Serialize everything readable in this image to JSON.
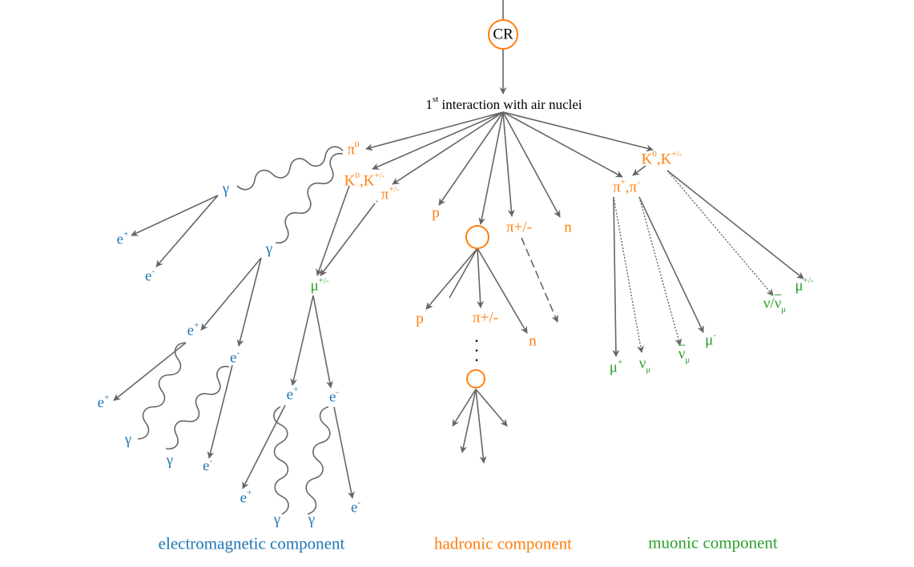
{
  "root": {
    "label": "CR"
  },
  "first_interaction": {
    "sup": "st",
    "number": "1",
    "text": " interaction with air nuclei"
  },
  "particles": {
    "pi0": {
      "base": "π",
      "sup": "0"
    },
    "kaons_left": {
      "k1": "K",
      "k1_sup": "0",
      "sep": ",",
      "k2": "K",
      "k2_sup": "+/-"
    },
    "pi_pm_left": {
      "base": "π",
      "sup": "+/-"
    },
    "kaons_right": {
      "k1": "K",
      "k1_sup": "0",
      "sep": ",",
      "k2": "K",
      "k2_sup": "+/-"
    },
    "pions_right": {
      "p1": "π",
      "p1_sup": "+",
      "sep": ",",
      "p2": "π",
      "p2_sup": "-"
    },
    "gamma": "γ",
    "e_plus": {
      "base": "e",
      "sup": "+"
    },
    "e_minus": {
      "base": "e",
      "sup": "-"
    },
    "mu_pm": {
      "base": "μ",
      "sup": "+/-"
    },
    "mu_plus": {
      "base": "μ",
      "sup": "+"
    },
    "mu_minus": {
      "base": "μ",
      "sup": "-"
    },
    "nu_mu": {
      "base": "ν",
      "sub": "μ"
    },
    "nubar_mu": {
      "base": "ν",
      "sub": "μ"
    },
    "nu_slash": {
      "a": "ν/",
      "b": "ν",
      "sub": "μ"
    },
    "p": "p",
    "n": "n",
    "pi_text": "π+/-",
    "dots": "·\n·\n·"
  },
  "captions": {
    "em": "electromagnetic component",
    "hadronic": "hadronic component",
    "muonic": "muonic component"
  },
  "colors": {
    "em": "#1f77b4",
    "hadronic": "#ff7f0e",
    "muonic": "#2ca02c",
    "arrow": "#666666"
  }
}
